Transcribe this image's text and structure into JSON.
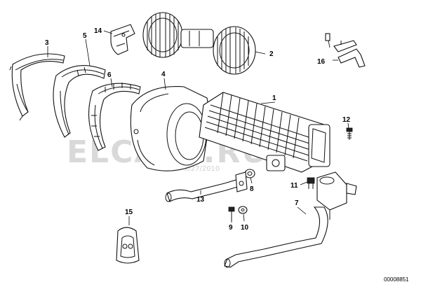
{
  "diagram": {
    "part_labels": {
      "p1": "1",
      "p2": "2",
      "p3": "3",
      "p4": "4",
      "p5": "5",
      "p6": "6",
      "p7": "7",
      "p8": "8",
      "p9": "9",
      "p10": "10",
      "p11": "11",
      "p12": "12",
      "p13": "13",
      "p14": "14",
      "p15": "15",
      "p16": "16"
    },
    "watermark": "ELCATS.RU",
    "watermark_date": "9/27/2010",
    "reference_number": "00008851"
  }
}
